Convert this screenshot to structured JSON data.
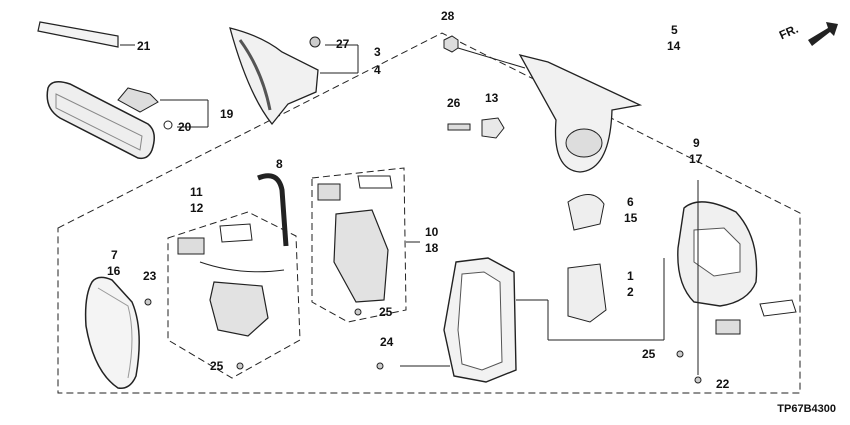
{
  "diagram": {
    "code": "TP67B4300",
    "direction": "FR.",
    "callouts": {
      "c21": "21",
      "c20": "20",
      "c19": "19",
      "c27": "27",
      "c3": "3",
      "c4": "4",
      "c28": "28",
      "c5": "5",
      "c14": "14",
      "c26": "26",
      "c13": "13",
      "c8": "8",
      "c11": "11",
      "c12": "12",
      "c10": "10",
      "c18": "18",
      "c6": "6",
      "c15": "15",
      "c9": "9",
      "c17": "17",
      "c7": "7",
      "c16": "16",
      "c23": "23",
      "c25a": "25",
      "c25b": "25",
      "c25c": "25",
      "c1": "1",
      "c2": "2",
      "c24": "24",
      "c22": "22"
    }
  }
}
